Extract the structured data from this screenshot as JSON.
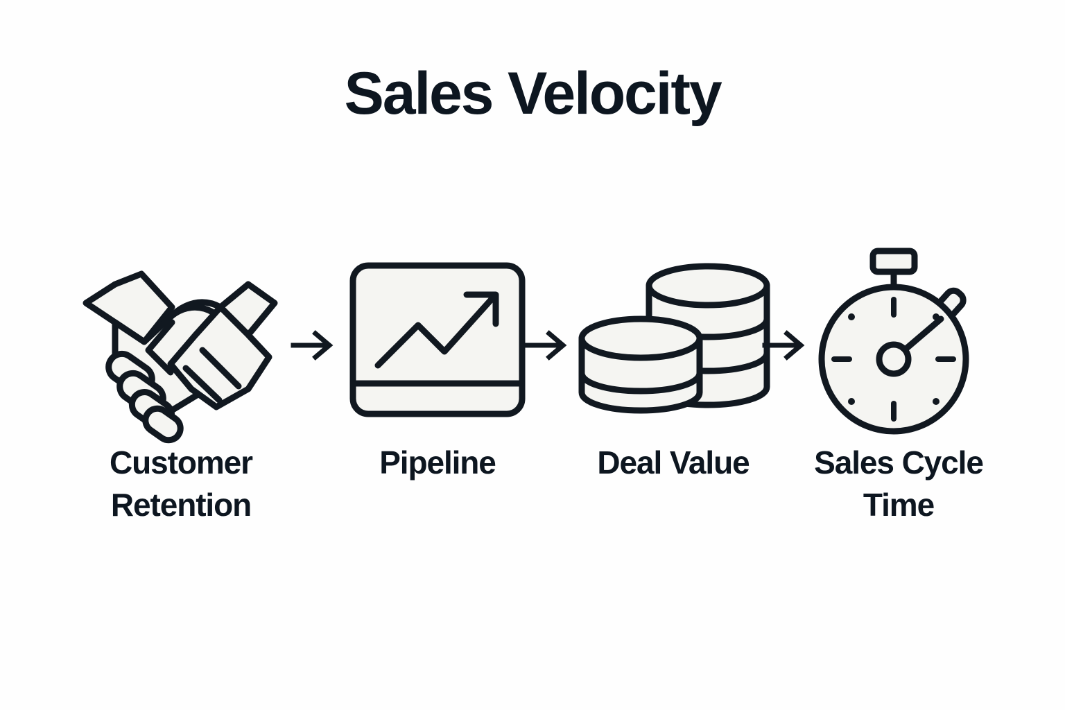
{
  "page": {
    "title": "Sales Velocity",
    "background_color": "#fefefe",
    "text_color": "#0d1620",
    "icon_stroke_color": "#111820",
    "icon_fill_color": "#f5f5f2"
  },
  "flow": {
    "steps": [
      {
        "label": "Customer Retention",
        "label_line_1": "Customer",
        "label_line_2": "Retention",
        "icon": "handshake-icon"
      },
      {
        "label": "Pipeline",
        "label_line_1": "Pipeline",
        "label_line_2": "",
        "icon": "trending-up-chart-icon"
      },
      {
        "label": "Deal Value",
        "label_line_1": "Deal Value",
        "label_line_2": "",
        "icon": "coin-stacks-icon"
      },
      {
        "label": "Sales Cycle Time",
        "label_line_1": "Sales Cycle",
        "label_line_2": "Time",
        "icon": "stopwatch-icon"
      }
    ],
    "connectors": [
      {
        "icon": "arrow-right-icon"
      },
      {
        "icon": "arrow-right-icon"
      },
      {
        "icon": "arrow-right-icon"
      }
    ]
  }
}
